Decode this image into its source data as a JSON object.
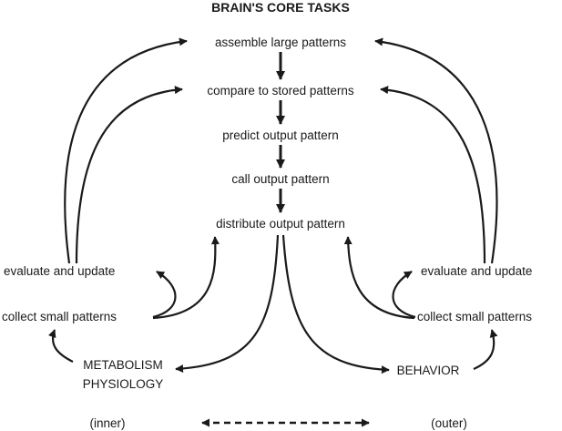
{
  "title": "BRAIN'S CORE TASKS",
  "core": {
    "assemble": "assemble large patterns",
    "compare": "compare to stored patterns",
    "predict": "predict output pattern",
    "call": "call output pattern",
    "distribute": "distribute output pattern"
  },
  "left": {
    "evaluate": "evaluate and update",
    "collect": "collect small patterns",
    "metabolism": "METABOLISM",
    "physiology": "PHYSIOLOGY"
  },
  "right": {
    "evaluate": "evaluate and update",
    "collect": "collect small patterns",
    "behavior": "BEHAVIOR"
  },
  "axis": {
    "inner": "(inner)",
    "outer": "(outer)"
  }
}
